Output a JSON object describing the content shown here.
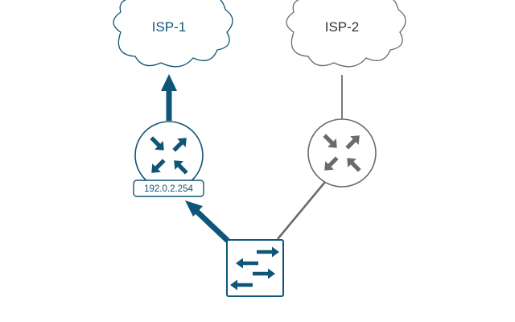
{
  "colors": {
    "active": "#0f5577",
    "inactive": "#6b6b6b",
    "inactive_line": "#444444",
    "background": "#ffffff"
  },
  "clouds": [
    {
      "label": "ISP-1",
      "state": "active"
    },
    {
      "label": "ISP-2",
      "state": "inactive"
    }
  ],
  "routers": [
    {
      "icon": "router-icon",
      "state": "active",
      "ip_label": "192.0.2.254"
    },
    {
      "icon": "router-icon",
      "state": "inactive"
    }
  ],
  "switch": {
    "icon": "switch-icon",
    "state": "active"
  },
  "links": [
    {
      "from": "switch",
      "to": "router-1",
      "style": "thick-arrow",
      "state": "active"
    },
    {
      "from": "router-1",
      "to": "ISP-1",
      "style": "thick-arrow",
      "state": "active"
    },
    {
      "from": "switch",
      "to": "router-2",
      "style": "thin-line",
      "state": "inactive"
    },
    {
      "from": "router-2",
      "to": "ISP-2",
      "style": "thin-line",
      "state": "inactive"
    }
  ]
}
